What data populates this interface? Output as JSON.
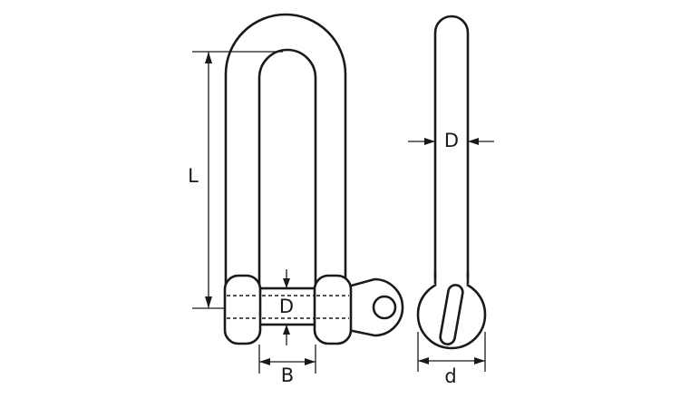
{
  "diagram": {
    "labels": {
      "length": "L",
      "pin_diameter_front": "D",
      "width": "B",
      "body_diameter_side": "D",
      "eye_diameter": "d"
    },
    "colors": {
      "line": "#1a1a1a",
      "background": "#ffffff"
    }
  }
}
